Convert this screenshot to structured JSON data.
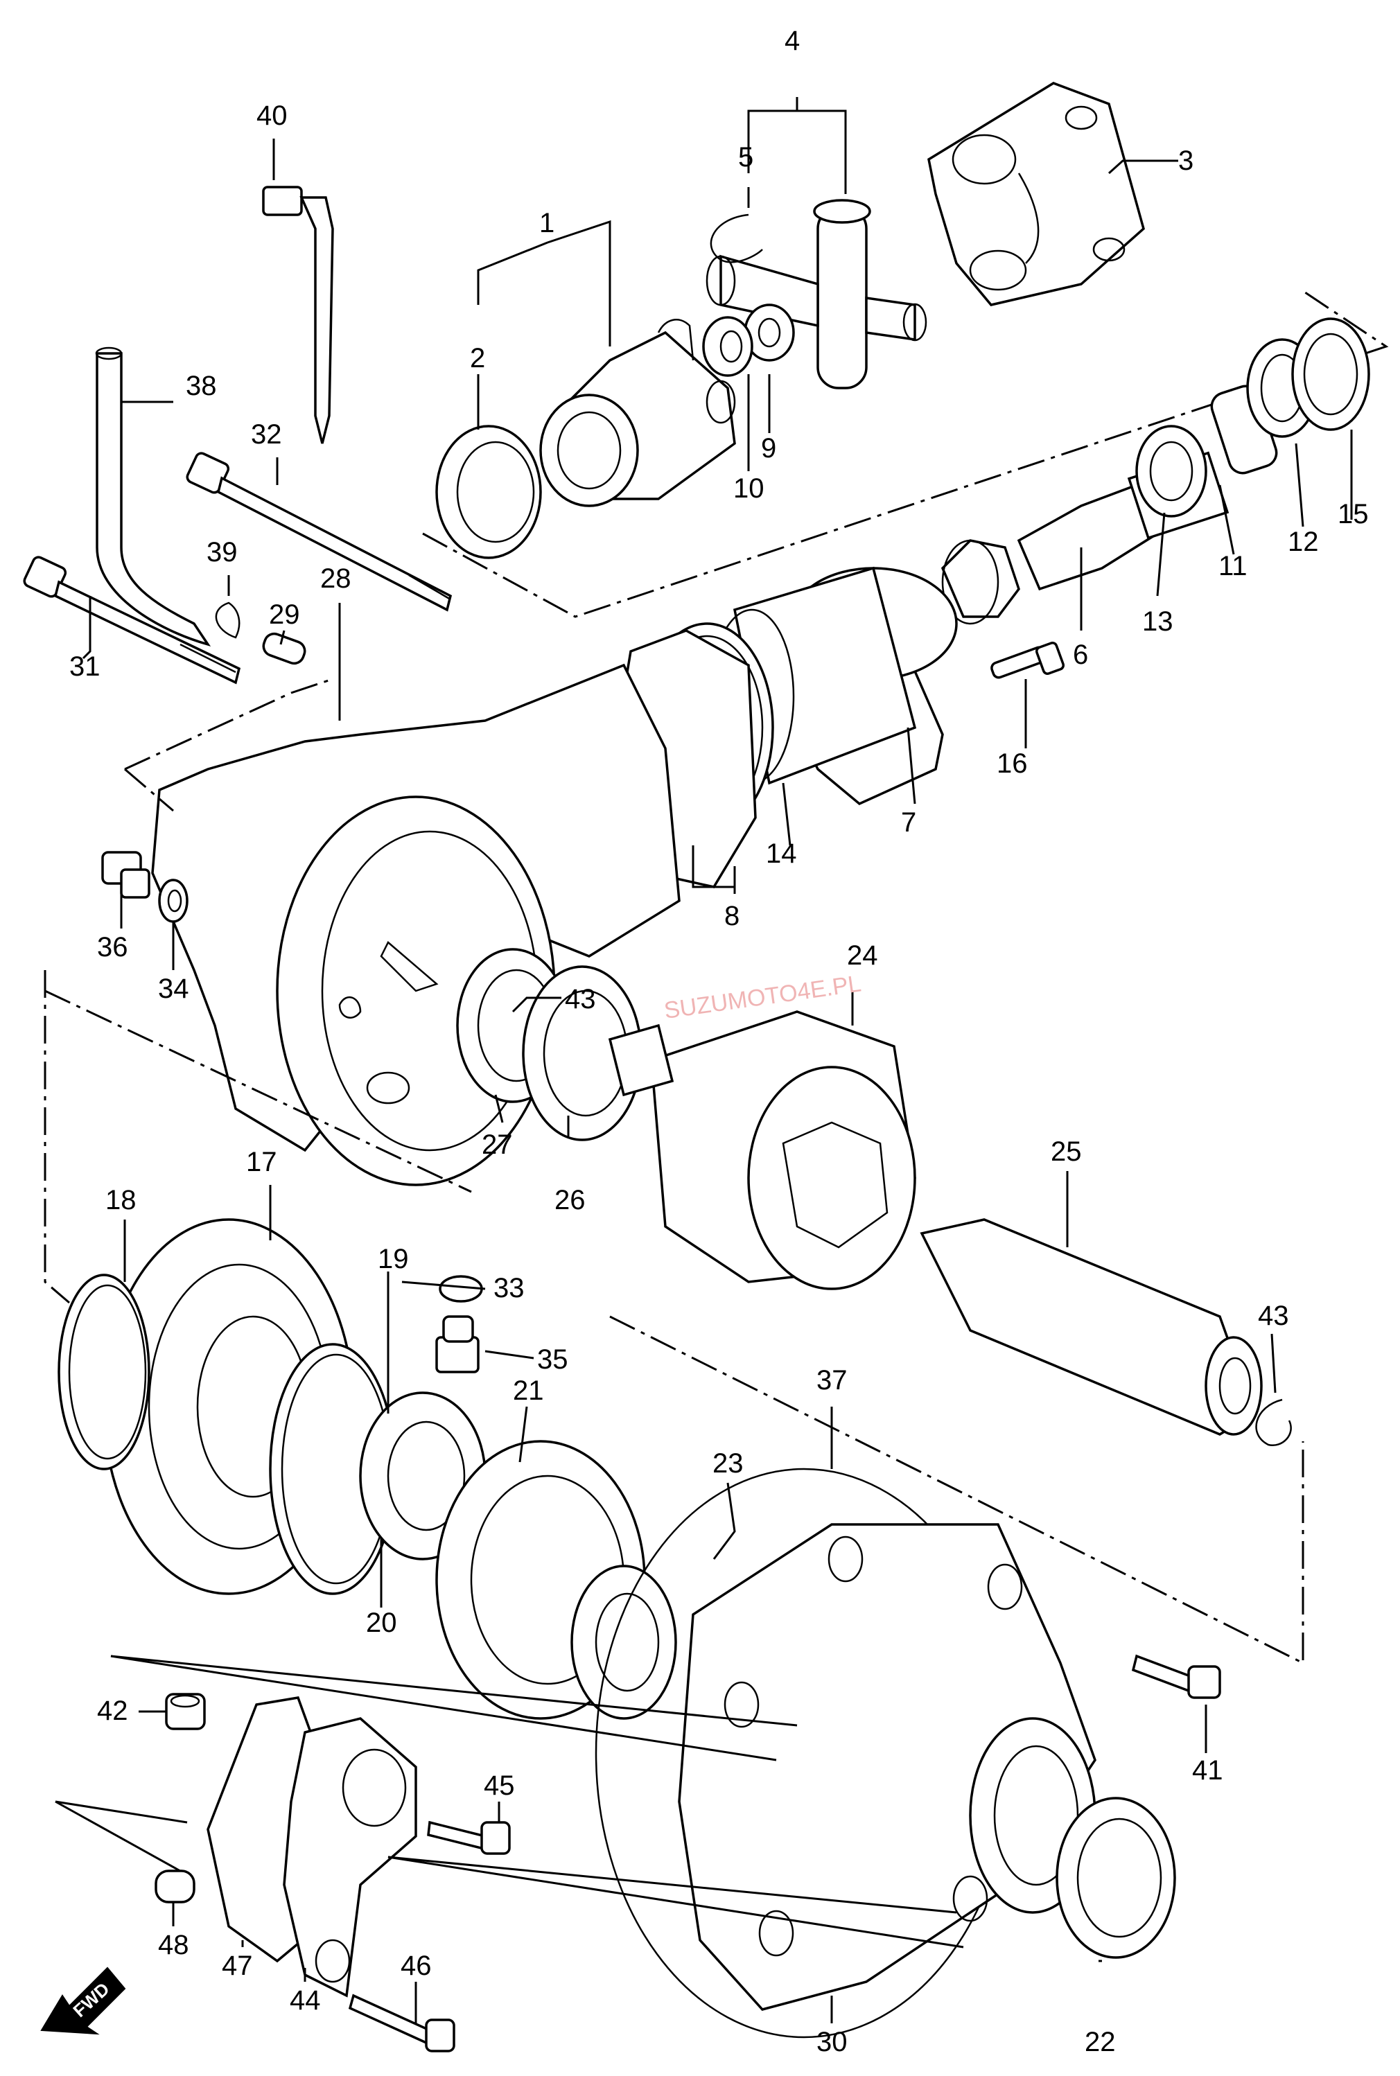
{
  "diagram": {
    "watermark": "SUZUMOTO4E.PL",
    "direction_badge": "FWD",
    "callouts": [
      {
        "id": "c1",
        "text": "1"
      },
      {
        "id": "c2",
        "text": "2"
      },
      {
        "id": "c3",
        "text": "3"
      },
      {
        "id": "c4",
        "text": "4"
      },
      {
        "id": "c5",
        "text": "5"
      },
      {
        "id": "c6",
        "text": "6"
      },
      {
        "id": "c7",
        "text": "7"
      },
      {
        "id": "c8",
        "text": "8"
      },
      {
        "id": "c9",
        "text": "9"
      },
      {
        "id": "c10",
        "text": "10"
      },
      {
        "id": "c11",
        "text": "11"
      },
      {
        "id": "c12",
        "text": "12"
      },
      {
        "id": "c13",
        "text": "13"
      },
      {
        "id": "c14",
        "text": "14"
      },
      {
        "id": "c15",
        "text": "15"
      },
      {
        "id": "c16",
        "text": "16"
      },
      {
        "id": "c17",
        "text": "17"
      },
      {
        "id": "c18",
        "text": "18"
      },
      {
        "id": "c19",
        "text": "19"
      },
      {
        "id": "c20",
        "text": "20"
      },
      {
        "id": "c21",
        "text": "21"
      },
      {
        "id": "c22",
        "text": "22"
      },
      {
        "id": "c23",
        "text": "23"
      },
      {
        "id": "c24",
        "text": "24"
      },
      {
        "id": "c25",
        "text": "25"
      },
      {
        "id": "c26",
        "text": "26"
      },
      {
        "id": "c27",
        "text": "27"
      },
      {
        "id": "c28",
        "text": "28"
      },
      {
        "id": "c29",
        "text": "29"
      },
      {
        "id": "c30",
        "text": "30"
      },
      {
        "id": "c31",
        "text": "31"
      },
      {
        "id": "c32",
        "text": "32"
      },
      {
        "id": "c33",
        "text": "33"
      },
      {
        "id": "c34",
        "text": "34"
      },
      {
        "id": "c35",
        "text": "35"
      },
      {
        "id": "c36",
        "text": "36"
      },
      {
        "id": "c37",
        "text": "37"
      },
      {
        "id": "c38",
        "text": "38"
      },
      {
        "id": "c39",
        "text": "39"
      },
      {
        "id": "c40",
        "text": "40"
      },
      {
        "id": "c41",
        "text": "41"
      },
      {
        "id": "c42",
        "text": "42"
      },
      {
        "id": "c43a",
        "text": "43"
      },
      {
        "id": "c43b",
        "text": "43"
      },
      {
        "id": "c44",
        "text": "44"
      },
      {
        "id": "c45",
        "text": "45"
      },
      {
        "id": "c46",
        "text": "46"
      },
      {
        "id": "c47",
        "text": "47"
      },
      {
        "id": "c48",
        "text": "48"
      }
    ]
  }
}
